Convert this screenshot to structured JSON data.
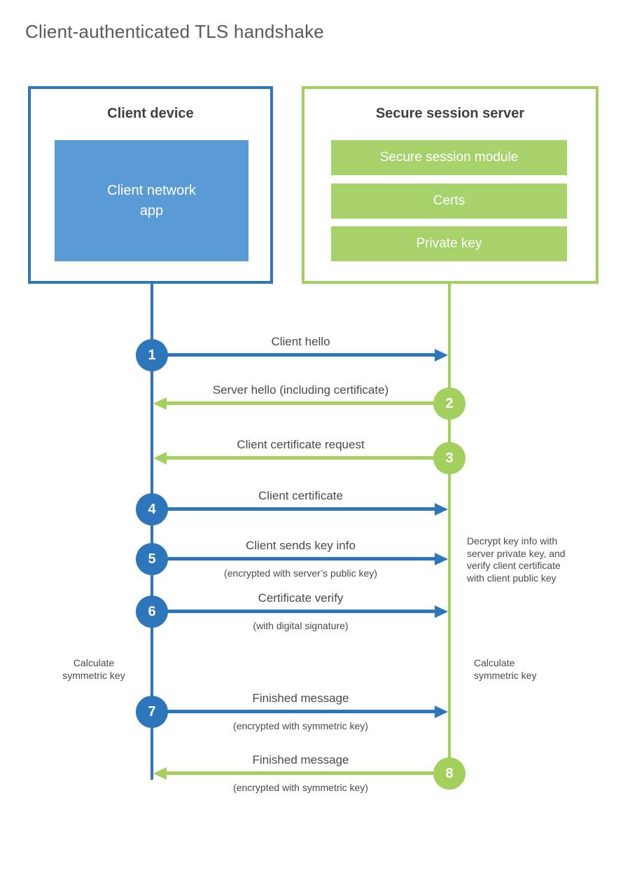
{
  "title": "Client-authenticated TLS handshake",
  "client": {
    "title": "Client device",
    "app_label": "Client network\napp"
  },
  "server": {
    "title": "Secure session server",
    "modules": [
      "Secure session module",
      "Certs",
      "Private key"
    ]
  },
  "messages": [
    {
      "num": "1",
      "label": "Client hello",
      "direction": "client-to-server"
    },
    {
      "num": "2",
      "label": "Server hello (including certificate)",
      "direction": "server-to-client"
    },
    {
      "num": "3",
      "label": "Client certificate request",
      "direction": "server-to-client"
    },
    {
      "num": "4",
      "label": "Client certificate",
      "direction": "client-to-server"
    },
    {
      "num": "5",
      "label": "Client sends key info",
      "sub": "(encrypted with server’s public key)",
      "direction": "client-to-server"
    },
    {
      "num": "6",
      "label": "Certificate verify",
      "sub": "(with digital signature)",
      "direction": "client-to-server"
    },
    {
      "num": "7",
      "label": "Finished message",
      "sub": "(encrypted with symmetric key)",
      "direction": "client-to-server"
    },
    {
      "num": "8",
      "label": "Finished message",
      "sub": "(encrypted with symmetric key)",
      "direction": "server-to-client"
    }
  ],
  "notes": {
    "decrypt": "Decrypt key info with\nserver private key, and\nverify client certificate\nwith client public key",
    "calc_left": "Calculate\nsymmetric key",
    "calc_right": "Calculate\nsymmetric key"
  },
  "colors": {
    "blue": "#2d76bb",
    "blue_light": "#5b9bd5",
    "green": "#a3cf5c",
    "green_light": "#a7d16b",
    "text": "#4a4a4c"
  }
}
